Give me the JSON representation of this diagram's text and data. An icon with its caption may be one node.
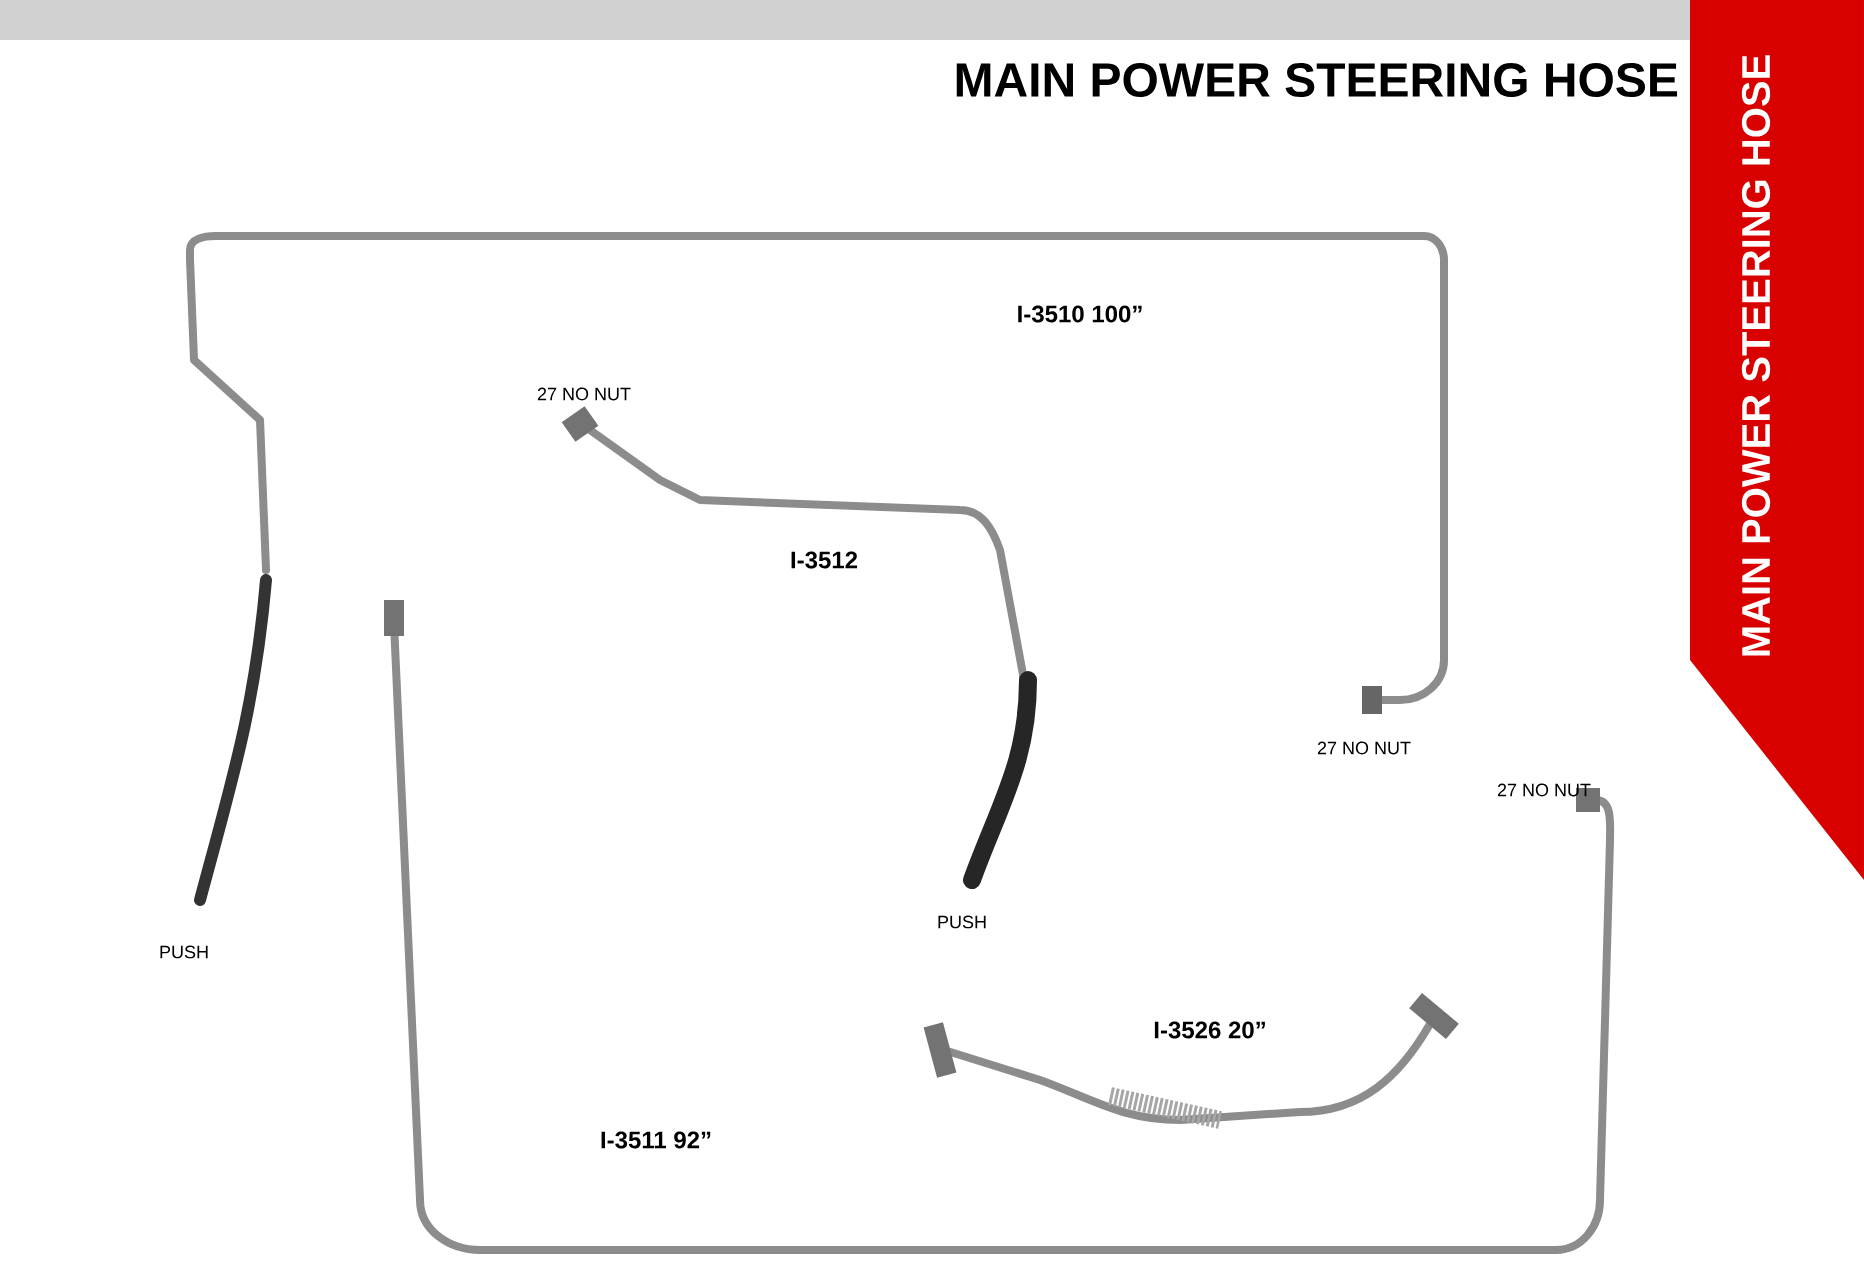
{
  "diagram": {
    "title": "MAIN POWER STEERING HOSE",
    "labels": [
      "MAIN POWER STEERING HOSE",
      "I-3510 100”",
      "27 NO NUT",
      "I-3512",
      "27 NO NUT",
      "27 NO NUT",
      "PUSH",
      "PUSH",
      "I-3526 20”",
      "I-3511 92”"
    ]
  }
}
